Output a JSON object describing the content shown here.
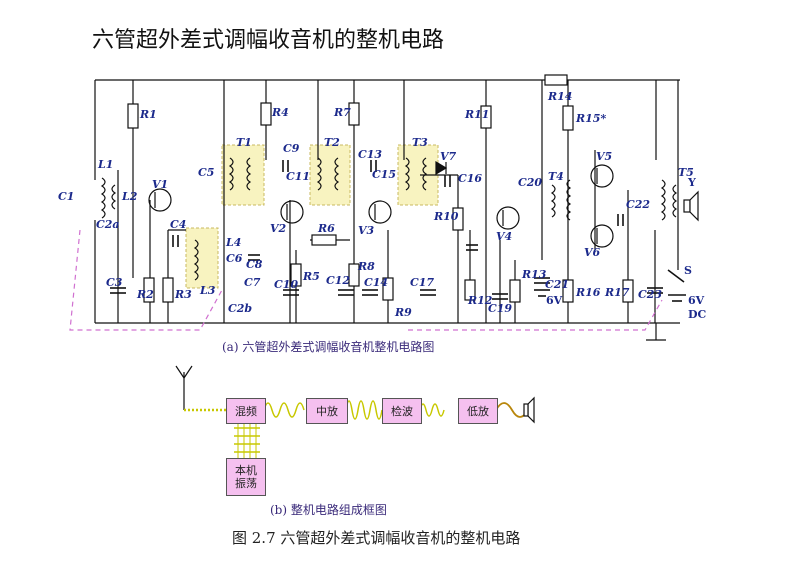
{
  "title": "六管超外差式调幅收音机的整机电路",
  "caption_a": "(a)  六管超外差式调幅收音机整机电路图",
  "caption_b": "(b)  整机电路组成框图",
  "figure_caption": "图 2.7    六管超外差式调幅收音机的整机电路",
  "blocks": {
    "mixer": "混频",
    "if_amp": "中放",
    "detector": "检波",
    "audio_amp": "低放",
    "local_osc_1": "本机",
    "local_osc_2": "振荡"
  },
  "labels": {
    "R1": "R1",
    "R2": "R2",
    "R3": "R3",
    "R4": "R4",
    "R5": "R5",
    "R6": "R6",
    "R7": "R7",
    "R8": "R8",
    "R9": "R9",
    "R10": "R10",
    "R11": "R11",
    "R12": "R12",
    "R13": "R13",
    "R14": "R14",
    "R15": "R15*",
    "R16": "R16",
    "R17": "R17",
    "C1": "C1",
    "C2a": "C2a",
    "C2b": "C2b",
    "C3": "C3",
    "C4": "C4",
    "C5": "C5",
    "C6": "C6",
    "C7": "C7",
    "C8": "C8",
    "C9": "C9",
    "C10": "C10",
    "C11": "C11",
    "C12": "C12",
    "C13": "C13",
    "C14": "C14",
    "C15": "C15",
    "C16": "C16",
    "C17": "C17",
    "C19": "C19",
    "C20": "C20",
    "C21": "C21",
    "C22": "C22",
    "C23": "C23",
    "L1": "L1",
    "L2": "L2",
    "L3": "L3",
    "L4": "L4",
    "T1": "T1",
    "T2": "T2",
    "T3": "T3",
    "T4": "T4",
    "T5": "T5",
    "V1": "V1",
    "V2": "V2",
    "V3": "V3",
    "V4": "V4",
    "V5": "V5",
    "V6": "V6",
    "V7": "V7",
    "Y": "Y",
    "S": "S",
    "bat1": "6V",
    "bat2": "6V",
    "dc": "DC"
  },
  "colors": {
    "wire": "#111111",
    "label": "#1c2a8c",
    "transformer_fill": "#f8f3c0",
    "resistor_fill": "#ffffff",
    "dashed": "#d070d0",
    "block_fill": "#f5c0ef",
    "signal_rf": "#c8c800",
    "signal_audio": "#b8860b"
  }
}
